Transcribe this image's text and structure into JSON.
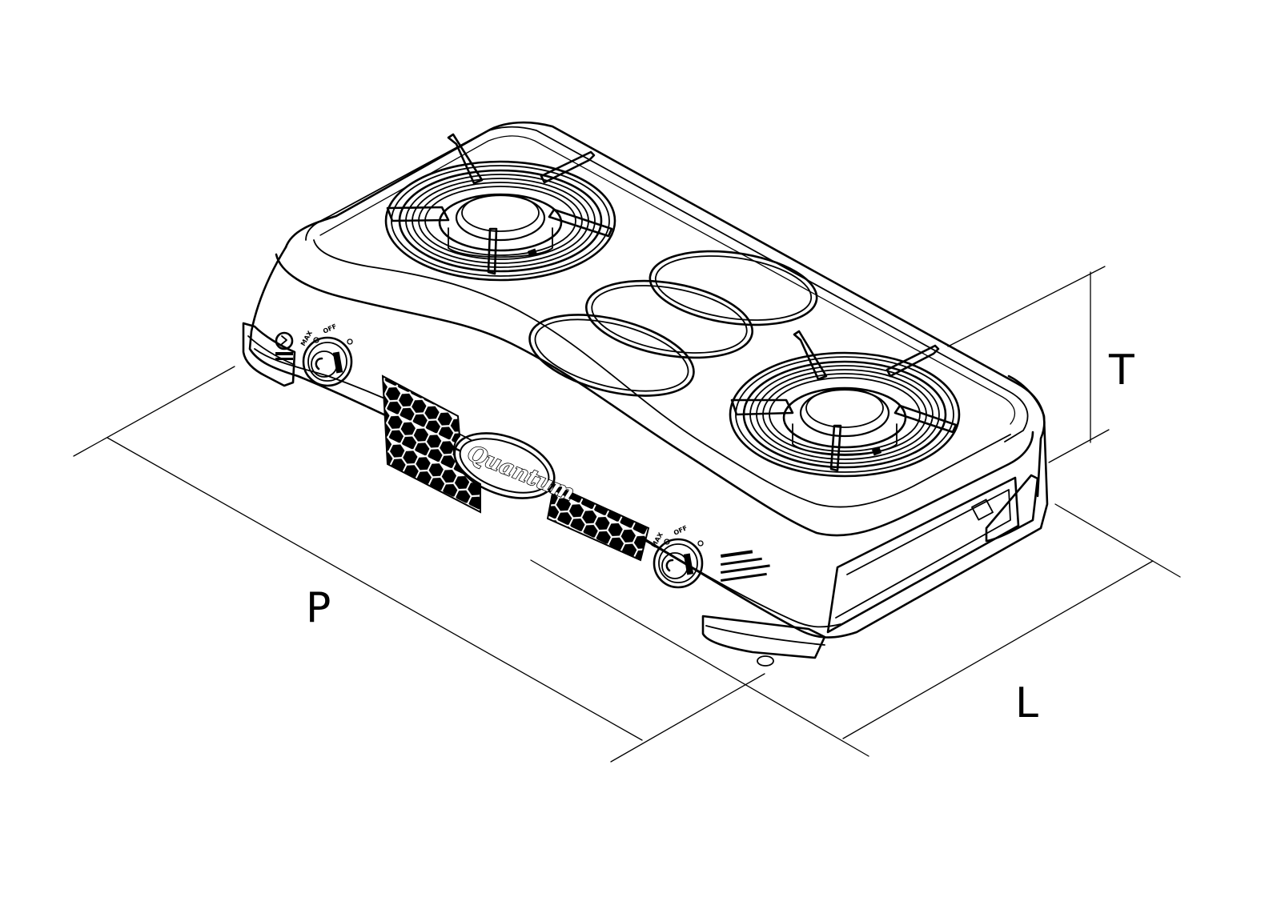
{
  "diagram": {
    "dimension_labels": {
      "depth": "P",
      "length": "L",
      "height": "T"
    },
    "brand": "Quantum"
  }
}
